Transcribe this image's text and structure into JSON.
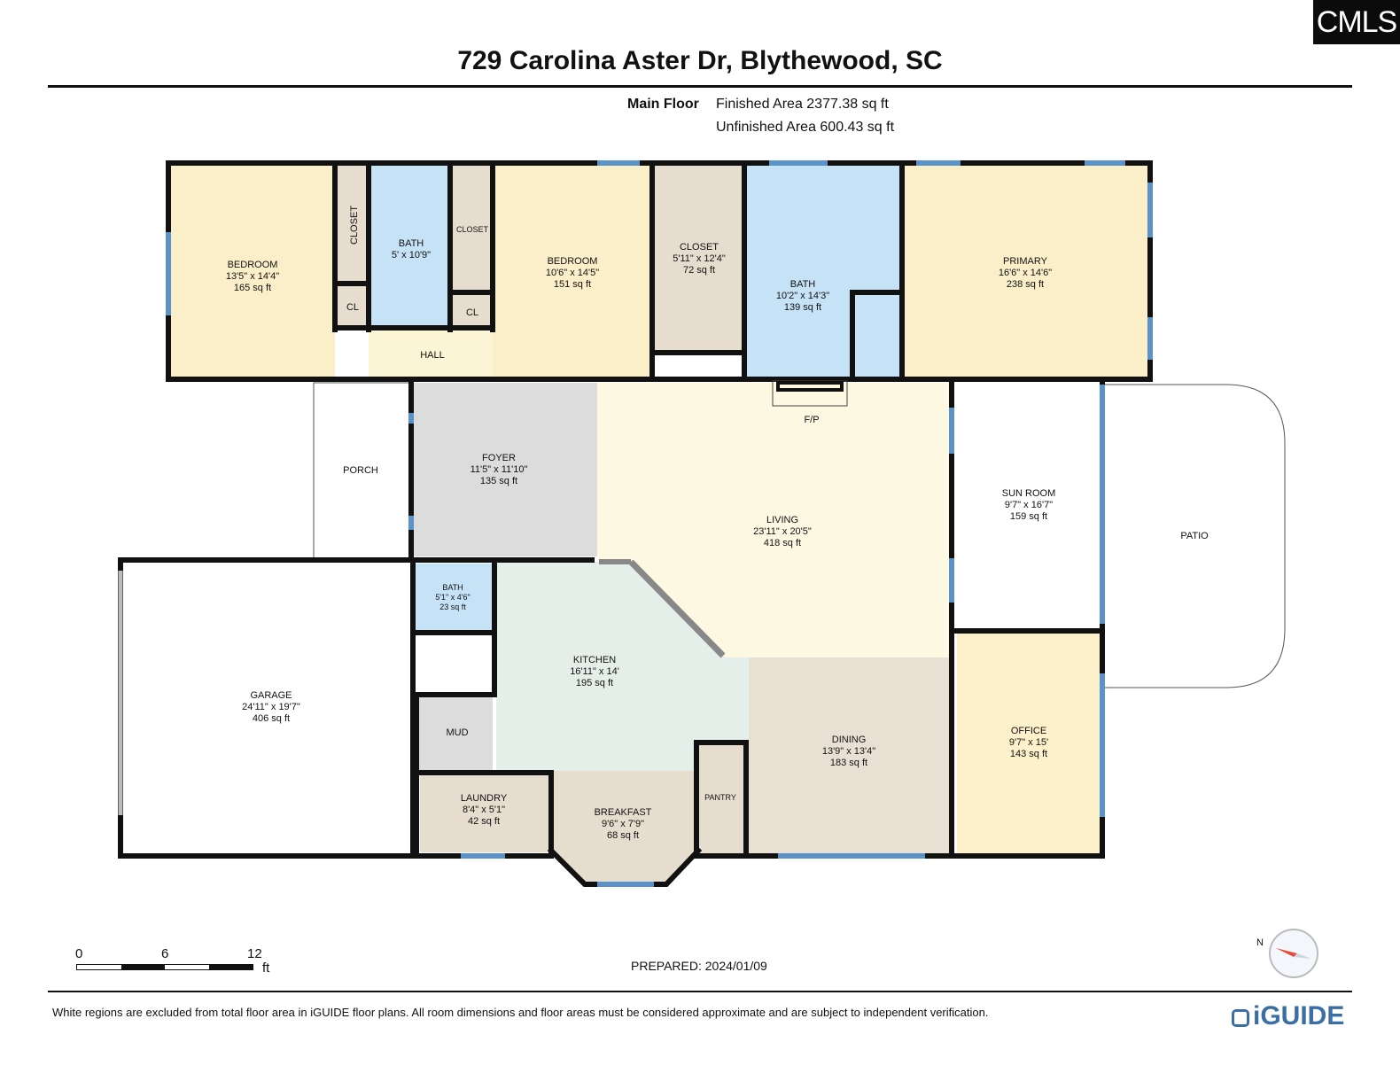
{
  "logo": {
    "text": "CMLS"
  },
  "title": "729 Carolina Aster Dr, Blythewood, SC",
  "floor": {
    "name": "Main Floor",
    "finished_area": "Finished Area 2377.38 sq ft",
    "unfinished_area": "Unfinished Area 600.43 sq ft"
  },
  "colors": {
    "bedroom": "#fbefc9",
    "bath": "#c6e2f7",
    "closet": "#e7ddcf",
    "hall": "#fbf4d5",
    "foyer": "#dcdcdc",
    "living": "#fdf8e2",
    "kitchen": "#e5efe9",
    "dining": "#e8e0d2",
    "office": "#fcf1ca",
    "wall": "#111111",
    "window": "#5b93c8"
  },
  "rooms": {
    "bedroom1": {
      "name": "BEDROOM",
      "dims": "13'5\" x 14'4\"",
      "area": "165 sq ft"
    },
    "closet_a": {
      "name": "CLOSET"
    },
    "cl_a": {
      "name": "CL"
    },
    "bath1": {
      "name": "BATH",
      "dims": "5' x 10'9\""
    },
    "closet_b": {
      "name": "CLOSET"
    },
    "cl_b": {
      "name": "CL"
    },
    "hall": {
      "name": "HALL"
    },
    "bedroom2": {
      "name": "BEDROOM",
      "dims": "10'6\" x 14'5\"",
      "area": "151 sq ft"
    },
    "closet_c": {
      "name": "CLOSET",
      "dims": "5'11\" x 12'4\"",
      "area": "72 sq ft"
    },
    "bath2": {
      "name": "BATH",
      "dims": "10'2\" x 14'3\"",
      "area": "139 sq ft"
    },
    "primary": {
      "name": "PRIMARY",
      "dims": "16'6\" x 14'6\"",
      "area": "238 sq ft"
    },
    "fireplace": {
      "name": "F/P"
    },
    "porch": {
      "name": "PORCH"
    },
    "foyer": {
      "name": "FOYER",
      "dims": "11'5\" x 11'10\"",
      "area": "135 sq ft"
    },
    "living": {
      "name": "LIVING",
      "dims": "23'11\" x 20'5\"",
      "area": "418 sq ft"
    },
    "sunroom": {
      "name": "SUN ROOM",
      "dims": "9'7\" x 16'7\"",
      "area": "159 sq ft"
    },
    "patio": {
      "name": "PATIO"
    },
    "garage": {
      "name": "GARAGE",
      "dims": "24'11\" x 19'7\"",
      "area": "406 sq ft"
    },
    "bath3": {
      "name": "BATH",
      "dims": "5'1\" x 4'6\"",
      "area": "23 sq ft"
    },
    "kitchen": {
      "name": "KITCHEN",
      "dims": "16'11\" x 14'",
      "area": "195 sq ft"
    },
    "mud": {
      "name": "MUD"
    },
    "laundry": {
      "name": "LAUNDRY",
      "dims": "8'4\" x 5'1\"",
      "area": "42 sq ft"
    },
    "breakfast": {
      "name": "BREAKFAST",
      "dims": "9'6\" x 7'9\"",
      "area": "68 sq ft"
    },
    "pantry": {
      "name": "PANTRY"
    },
    "dining": {
      "name": "DINING",
      "dims": "13'9\" x 13'4\"",
      "area": "183 sq ft"
    },
    "office": {
      "name": "OFFICE",
      "dims": "9'7\" x 15'",
      "area": "143 sq ft"
    }
  },
  "scale": {
    "zero": "0",
    "mid": "6",
    "max": "12",
    "unit": "ft"
  },
  "compass": {
    "north": "N"
  },
  "prepared": "PREPARED: 2024/01/09",
  "disclaimer": "White regions are excluded from total floor area in iGUIDE floor plans. All room dimensions and floor areas must be considered approximate and are subject to independent verification.",
  "brand": "iGUIDE"
}
